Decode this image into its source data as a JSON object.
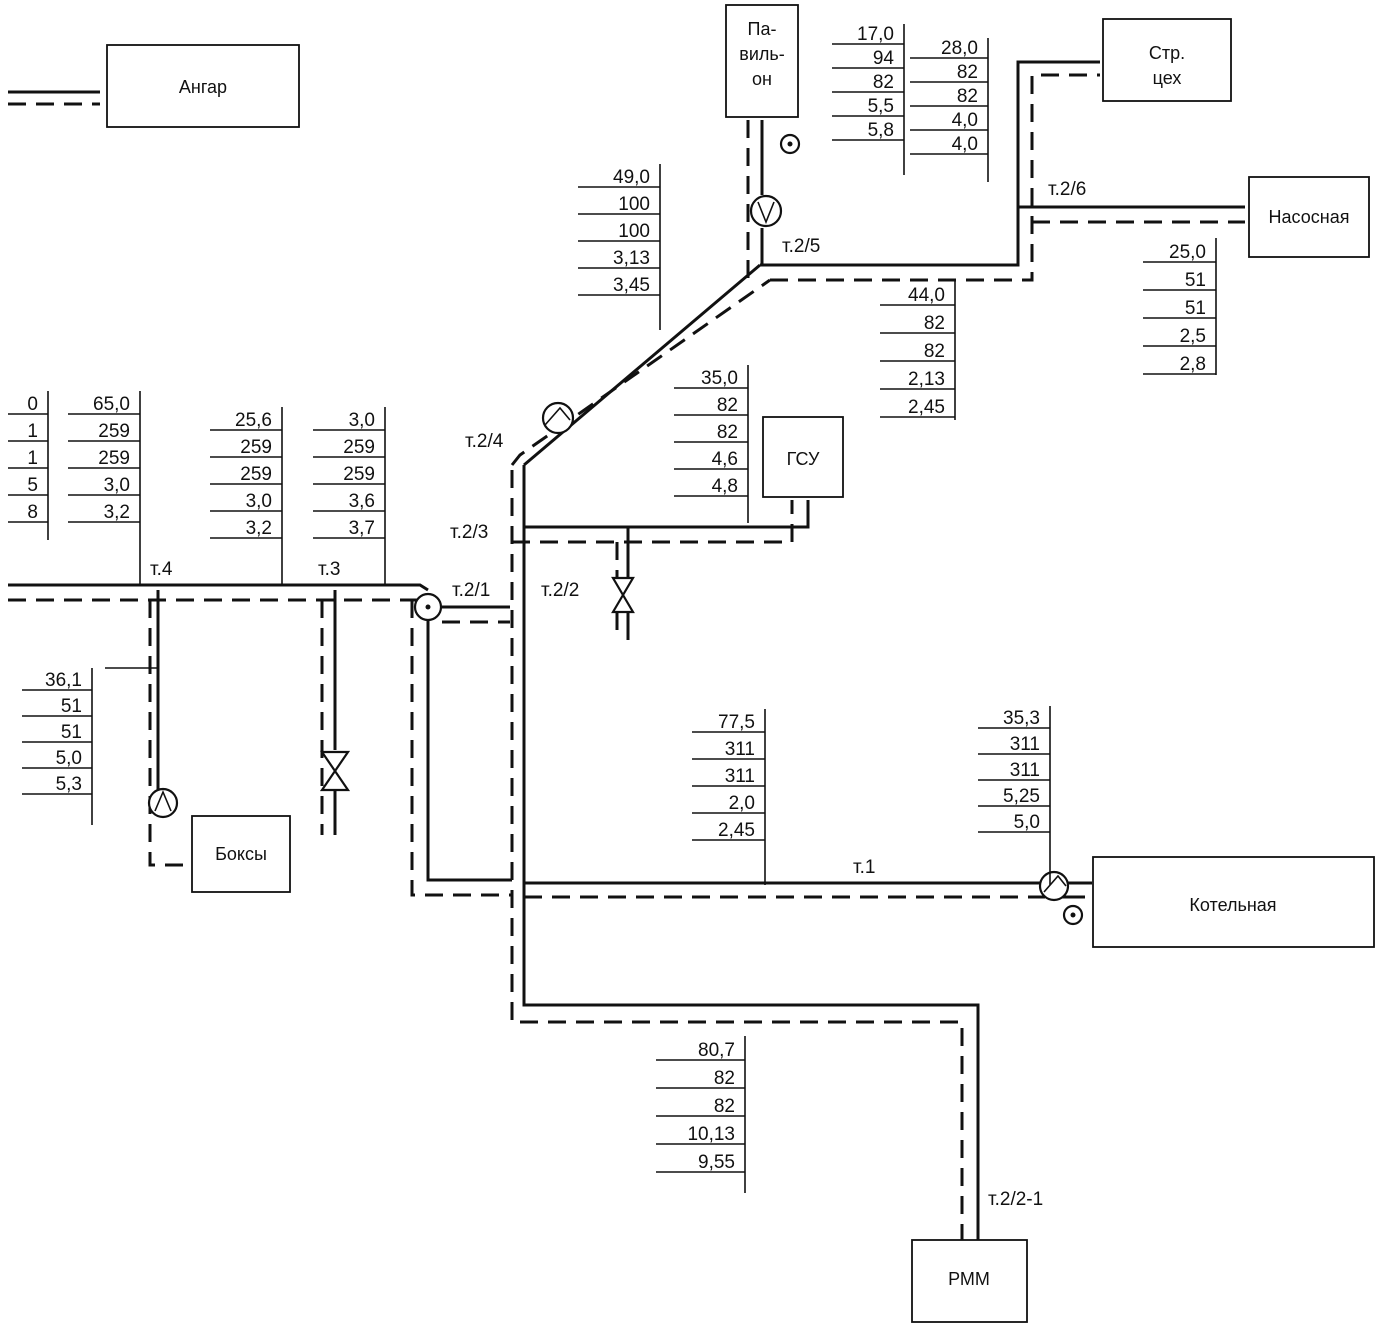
{
  "buildings": {
    "angar": "Ангар",
    "pavilion": [
      "Па-",
      "виль-",
      "он"
    ],
    "str_tsekh": [
      "Стр.",
      "цех"
    ],
    "nasosnaya": "Насосная",
    "gsu": "ГСУ",
    "boksy": "Боксы",
    "kotelnaya": "Котельная",
    "rmm": "РММ"
  },
  "points": {
    "t1": "т.1",
    "t2_1": "т.2/1",
    "t2_2": "т.2/2",
    "t2_3": "т.2/3",
    "t2_4": "т.2/4",
    "t2_5": "т.2/5",
    "t2_6": "т.2/6",
    "t2_2_1": "т.2/2-1",
    "t3": "т.3",
    "t4": "т.4"
  },
  "tables": {
    "left_edge": [
      "0",
      "1",
      "1",
      "5",
      "8"
    ],
    "t4_main": [
      "65,0",
      "259",
      "259",
      "3,0",
      "3,2"
    ],
    "t4_mid": [
      "25,6",
      "259",
      "259",
      "3,0",
      "3,2"
    ],
    "t3": [
      "3,0",
      "259",
      "259",
      "3,6",
      "3,7"
    ],
    "boksy": [
      "36,1",
      "51",
      "51",
      "5,0",
      "5,3"
    ],
    "diag": [
      "49,0",
      "100",
      "100",
      "3,13",
      "3,45"
    ],
    "pavilion": [
      "17,0",
      "94",
      "82",
      "5,5",
      "5,8"
    ],
    "str_tsekh": [
      "28,0",
      "82",
      "82",
      "4,0",
      "4,0"
    ],
    "nasosnaya": [
      "25,0",
      "51",
      "51",
      "2,5",
      "2,8"
    ],
    "t2_5": [
      "44,0",
      "82",
      "82",
      "2,13",
      "2,45"
    ],
    "gsu": [
      "35,0",
      "82",
      "82",
      "4,6",
      "4,8"
    ],
    "t1_left": [
      "77,5",
      "311",
      "311",
      "2,0",
      "2,45"
    ],
    "t1_right": [
      "35,3",
      "311",
      "311",
      "5,25",
      "5,0"
    ],
    "rmm": [
      "80,7",
      "82",
      "82",
      "10,13",
      "9,55"
    ]
  }
}
